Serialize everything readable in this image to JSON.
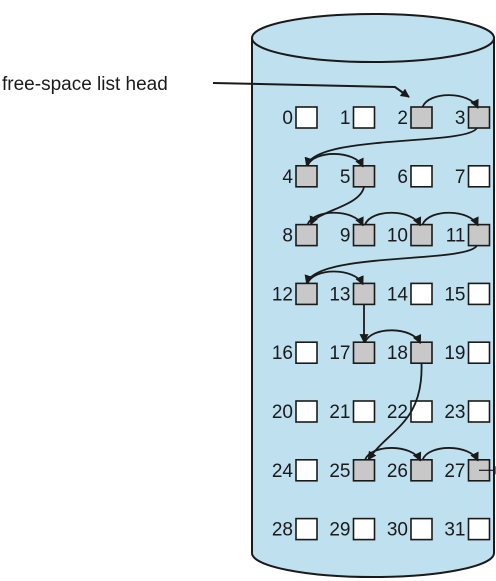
{
  "head_label": "free-space list head",
  "blocks": [
    {
      "label": "0",
      "free": false
    },
    {
      "label": "1",
      "free": false
    },
    {
      "label": "2",
      "free": true
    },
    {
      "label": "3",
      "free": true
    },
    {
      "label": "4",
      "free": true
    },
    {
      "label": "5",
      "free": true
    },
    {
      "label": "6",
      "free": false
    },
    {
      "label": "7",
      "free": false
    },
    {
      "label": "8",
      "free": true
    },
    {
      "label": "9",
      "free": true
    },
    {
      "label": "10",
      "free": true
    },
    {
      "label": "11",
      "free": true
    },
    {
      "label": "12",
      "free": true
    },
    {
      "label": "13",
      "free": true
    },
    {
      "label": "14",
      "free": false
    },
    {
      "label": "15",
      "free": false
    },
    {
      "label": "16",
      "free": false
    },
    {
      "label": "17",
      "free": true
    },
    {
      "label": "18",
      "free": true
    },
    {
      "label": "19",
      "free": false
    },
    {
      "label": "20",
      "free": false
    },
    {
      "label": "21",
      "free": false
    },
    {
      "label": "22",
      "free": false
    },
    {
      "label": "23",
      "free": false
    },
    {
      "label": "24",
      "free": false
    },
    {
      "label": "25",
      "free": true
    },
    {
      "label": "26",
      "free": true
    },
    {
      "label": "27",
      "free": true
    },
    {
      "label": "28",
      "free": false
    },
    {
      "label": "29",
      "free": false
    },
    {
      "label": "30",
      "free": false
    },
    {
      "label": "31",
      "free": false
    }
  ],
  "free_list": [
    2,
    3,
    4,
    5,
    8,
    9,
    10,
    11,
    12,
    13,
    17,
    18,
    25,
    26,
    27
  ],
  "colors": {
    "cylinder_fill": "#bfe0ef",
    "cylinder_stroke": "#1a1a1a",
    "free_block": "#c8c8c8",
    "used_block": "#ffffff",
    "line": "#1a1a1a"
  }
}
